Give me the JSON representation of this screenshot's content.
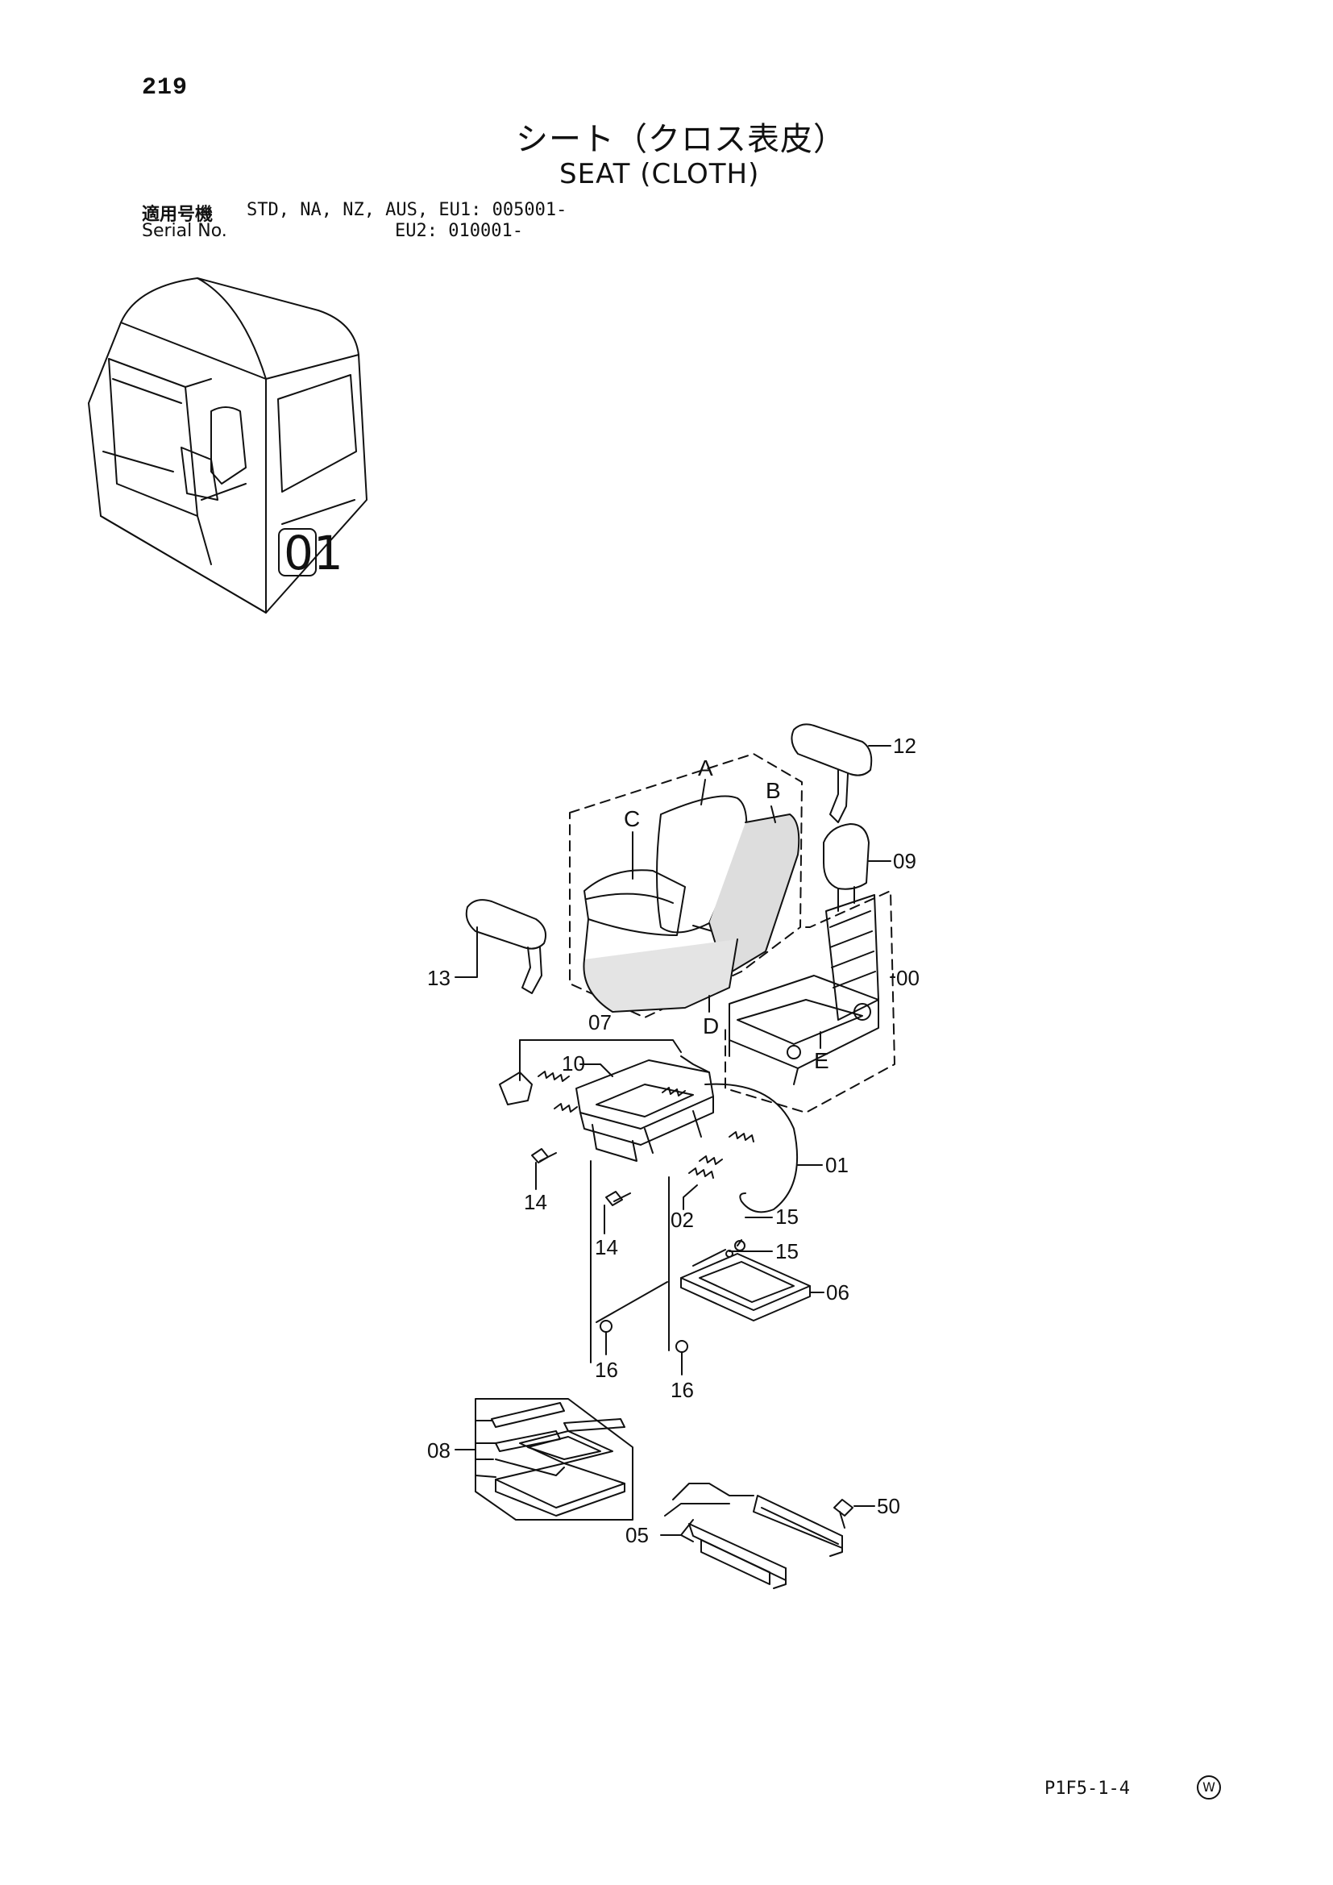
{
  "page": {
    "number": "219",
    "title_jp": "シート（クロス表皮）",
    "title_en": "SEAT (CLOTH)",
    "serial": {
      "label_jp": "適用号機",
      "label_en": "Serial No.",
      "line1": "STD, NA, NZ, AUS, EU1: 005001-",
      "line2": "EU2: 010001-"
    },
    "doc_code": "P1F5-1-4",
    "corner_mark": "W"
  },
  "diagram": {
    "cab_label": "01",
    "callouts": [
      {
        "label": "12"
      },
      {
        "label": "09"
      },
      {
        "label": "00"
      },
      {
        "label": "13"
      },
      {
        "label": "07"
      },
      {
        "label": "10"
      },
      {
        "label": "01"
      },
      {
        "label": "14"
      },
      {
        "label": "14"
      },
      {
        "label": "02"
      },
      {
        "label": "15"
      },
      {
        "label": "15"
      },
      {
        "label": "06"
      },
      {
        "label": "16"
      },
      {
        "label": "16"
      },
      {
        "label": "08"
      },
      {
        "label": "05"
      },
      {
        "label": "50"
      }
    ],
    "letters": [
      "A",
      "B",
      "C",
      "D",
      "E"
    ]
  }
}
